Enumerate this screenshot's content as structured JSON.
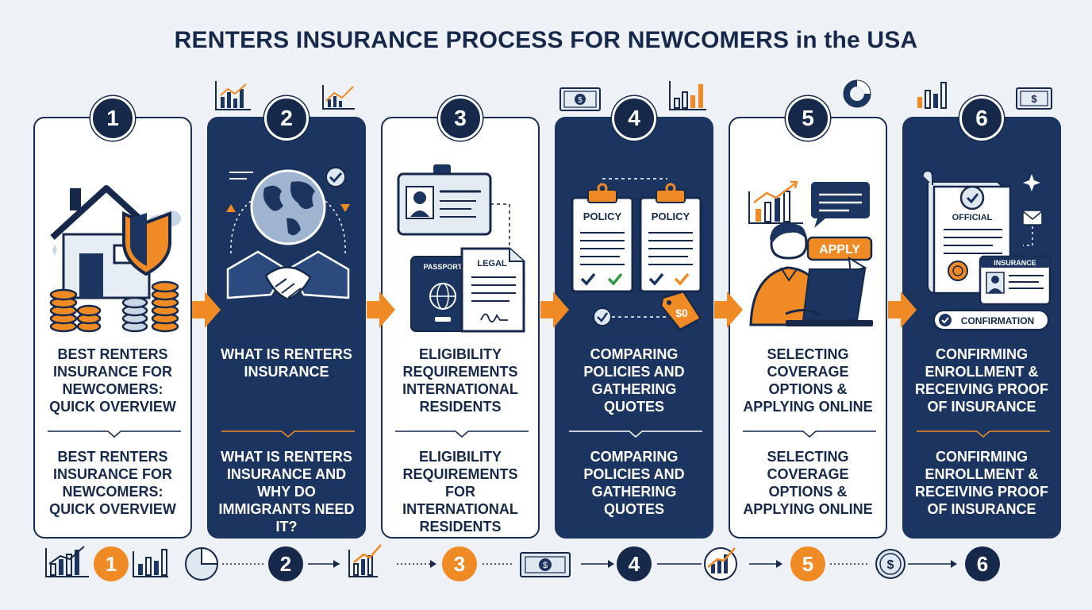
{
  "title": "RENTERS INSURANCE PROCESS FOR NEWCOMERS in  the USA",
  "colors": {
    "navy": "#17294b",
    "card_dark": "#1b3460",
    "accent_orange": "#f08a24",
    "background": "#eef1f5"
  },
  "steps": [
    {
      "number": "1",
      "style": "light",
      "illustration": "house-shield-coins-icon",
      "heading": "BEST RENTERS INSURANCE FOR NEWCOMERS: QUICK OVERVIEW",
      "subheading": "BEST RENTERS INSURANCE FOR NEWCOMERS: QUICK OVERVIEW"
    },
    {
      "number": "2",
      "style": "dark",
      "illustration": "globe-handshake-icon",
      "heading": "WHAT IS RENTERS INSURANCE",
      "subheading": "WHAT IS RENTERS INSURANCE AND WHY DO IMMIGRANTS NEED IT?"
    },
    {
      "number": "3",
      "style": "light",
      "illustration": "id-passport-legal-icon",
      "heading": "ELIGIBILITY REQUIREMENTS INTERNATIONAL RESIDENTS",
      "subheading": "ELIGIBILITY REQUIREMENTS FOR INTERNATIONAL RESIDENTS",
      "labels": {
        "passport": "PASSPORT",
        "legal": "LEGAL"
      }
    },
    {
      "number": "4",
      "style": "dark",
      "illustration": "policy-clipboards-icon",
      "heading": "COMPARING POLICIES AND GATHERING QUOTES",
      "subheading": "COMPARING POLICIES AND GATHERING QUOTES",
      "labels": {
        "policy_a": "POLICY",
        "policy_b": "POLICY",
        "price_tag": "$0"
      }
    },
    {
      "number": "5",
      "style": "light",
      "illustration": "person-laptop-apply-icon",
      "heading": "SELECTING COVERAGE OPTIONS & APPLYING ONLINE",
      "subheading": "SELECTING COVERAGE OPTIONS & APPLYING ONLINE",
      "labels": {
        "apply": "APPLY"
      }
    },
    {
      "number": "6",
      "style": "dark",
      "illustration": "official-document-confirmation-icon",
      "heading": "CONFIRMING ENROLLMENT & RECEIVING PROOF OF INSURANCE",
      "subheading": "CONFIRMING ENROLLMENT & RECEIVING PROOF OF INSURANCE",
      "labels": {
        "official": "OFFICIAL",
        "insurance": "INSURANCE",
        "confirmation": "CONFIRMATION"
      }
    }
  ],
  "timeline": [
    {
      "number": "1",
      "color": "orange"
    },
    {
      "number": "2",
      "color": "navy"
    },
    {
      "number": "3",
      "color": "orange"
    },
    {
      "number": "4",
      "color": "navy"
    },
    {
      "number": "5",
      "color": "orange"
    },
    {
      "number": "6",
      "color": "navy"
    }
  ]
}
